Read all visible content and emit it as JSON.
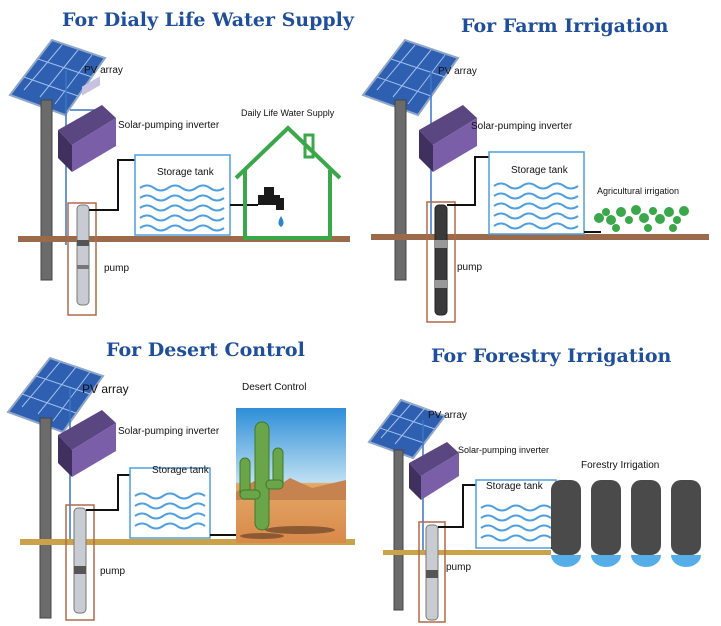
{
  "panels": [
    {
      "title": "For Dialy Life Water Supply",
      "pv_label": "PV array",
      "inverter_label": "Solar-pumping inverter",
      "tank_label": "Storage tank",
      "pump_label": "pump",
      "use_label": "Daily Life Water Supply"
    },
    {
      "title": "For Farm Irrigation",
      "pv_label": "PV array",
      "inverter_label": "Solar-pumping inverter",
      "tank_label": "Storage tank",
      "pump_label": "pump",
      "use_label": "Agricultural irrigation"
    },
    {
      "title": "For Desert Control",
      "pv_label": "PV array",
      "inverter_label": "Solar-pumping inverter",
      "tank_label": "Storage tank",
      "pump_label": "pump",
      "use_label": "Desert Control"
    },
    {
      "title": "For Forestry Irrigation",
      "pv_label": "PV array",
      "inverter_label": "Solar-pumping inverter",
      "tank_label": "Storage tank",
      "pump_label": "pump",
      "use_label": "Forestry Irrigation"
    }
  ],
  "colors": {
    "title": "#1f4e9a",
    "ground_brown": "#9b6a4a",
    "ground_gold": "#c9a24a",
    "house_green": "#3aa84a",
    "water": "#4f9fe0",
    "solar_panel": "#2f5fb0",
    "inverter": "#7b5ea8"
  }
}
